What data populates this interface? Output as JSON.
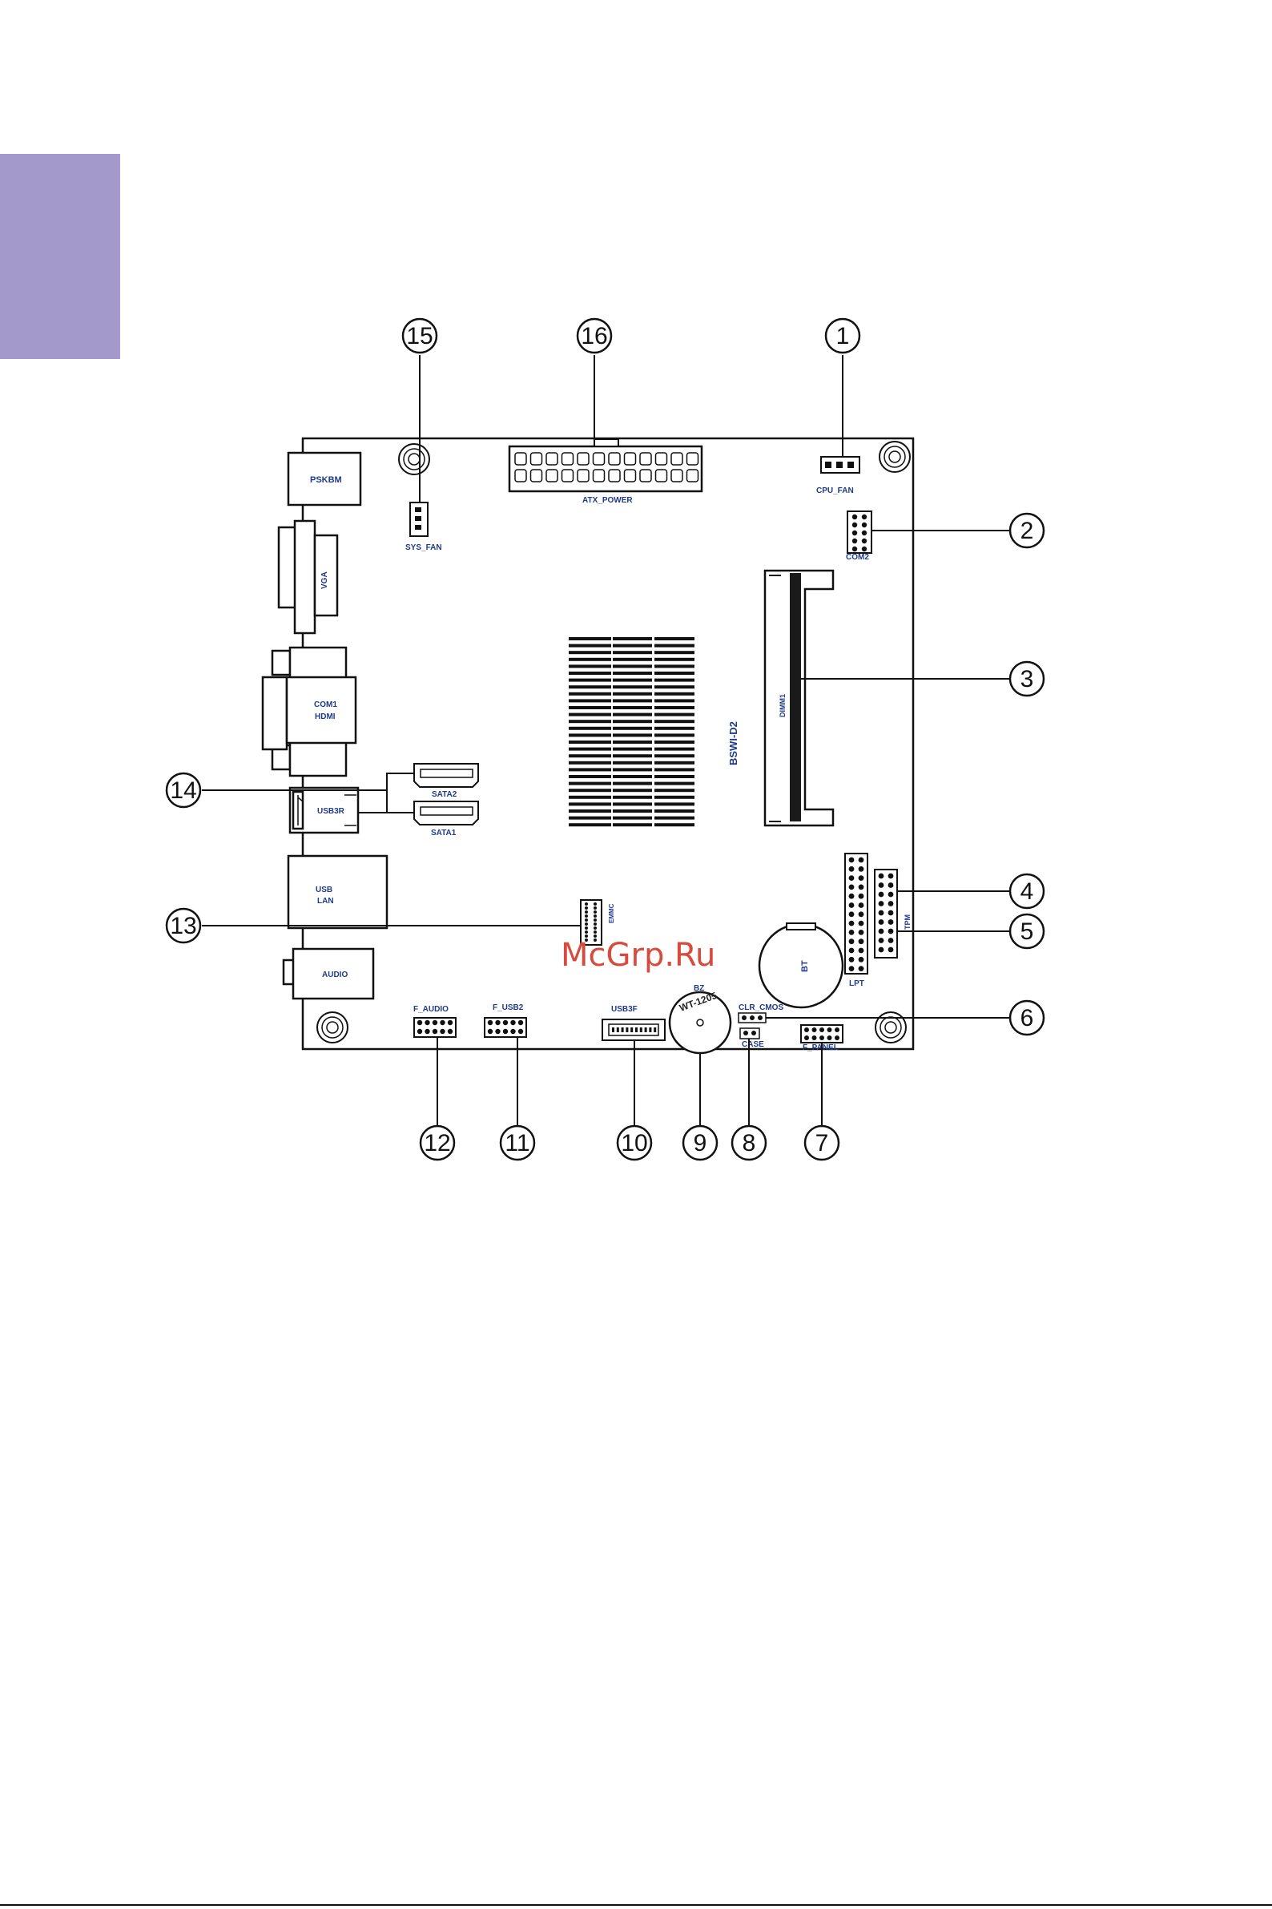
{
  "board": {
    "model": "BSWI-D2",
    "watermark": "McGrp.Ru"
  },
  "connectors": {
    "ps2": "PSKBM",
    "vga": "VGA",
    "com1": "COM1",
    "hdmi": "HDMI",
    "usb3r": "USB3R",
    "usb": "USB",
    "lan": "LAN",
    "audio": "AUDIO",
    "sys_fan": "SYS_FAN",
    "atx_power": "ATX_POWER",
    "cpu_fan": "CPU_FAN",
    "com2": "COM2",
    "dimm1": "DIMM1",
    "sata2": "SATA2",
    "sata1": "SATA1",
    "emmc": "EMMC",
    "bt": "BT",
    "tpm": "TPM",
    "lpt": "LPT",
    "bz": "BZ",
    "buzzer": "WT-1205",
    "clr_cmos": "CLR_CMOS",
    "case": "CASE",
    "f_panel": "F_PANEL",
    "usb3f": "USB3F",
    "f_usb2": "F_USB2",
    "f_audio": "F_AUDIO"
  },
  "callouts": [
    "1",
    "2",
    "3",
    "4",
    "5",
    "6",
    "7",
    "8",
    "9",
    "10",
    "11",
    "12",
    "13",
    "14",
    "15",
    "16"
  ],
  "colors": {
    "tab": "#a39acb",
    "label": "#1f3a8a",
    "line": "#111111",
    "watermark": "#d84a3c"
  }
}
